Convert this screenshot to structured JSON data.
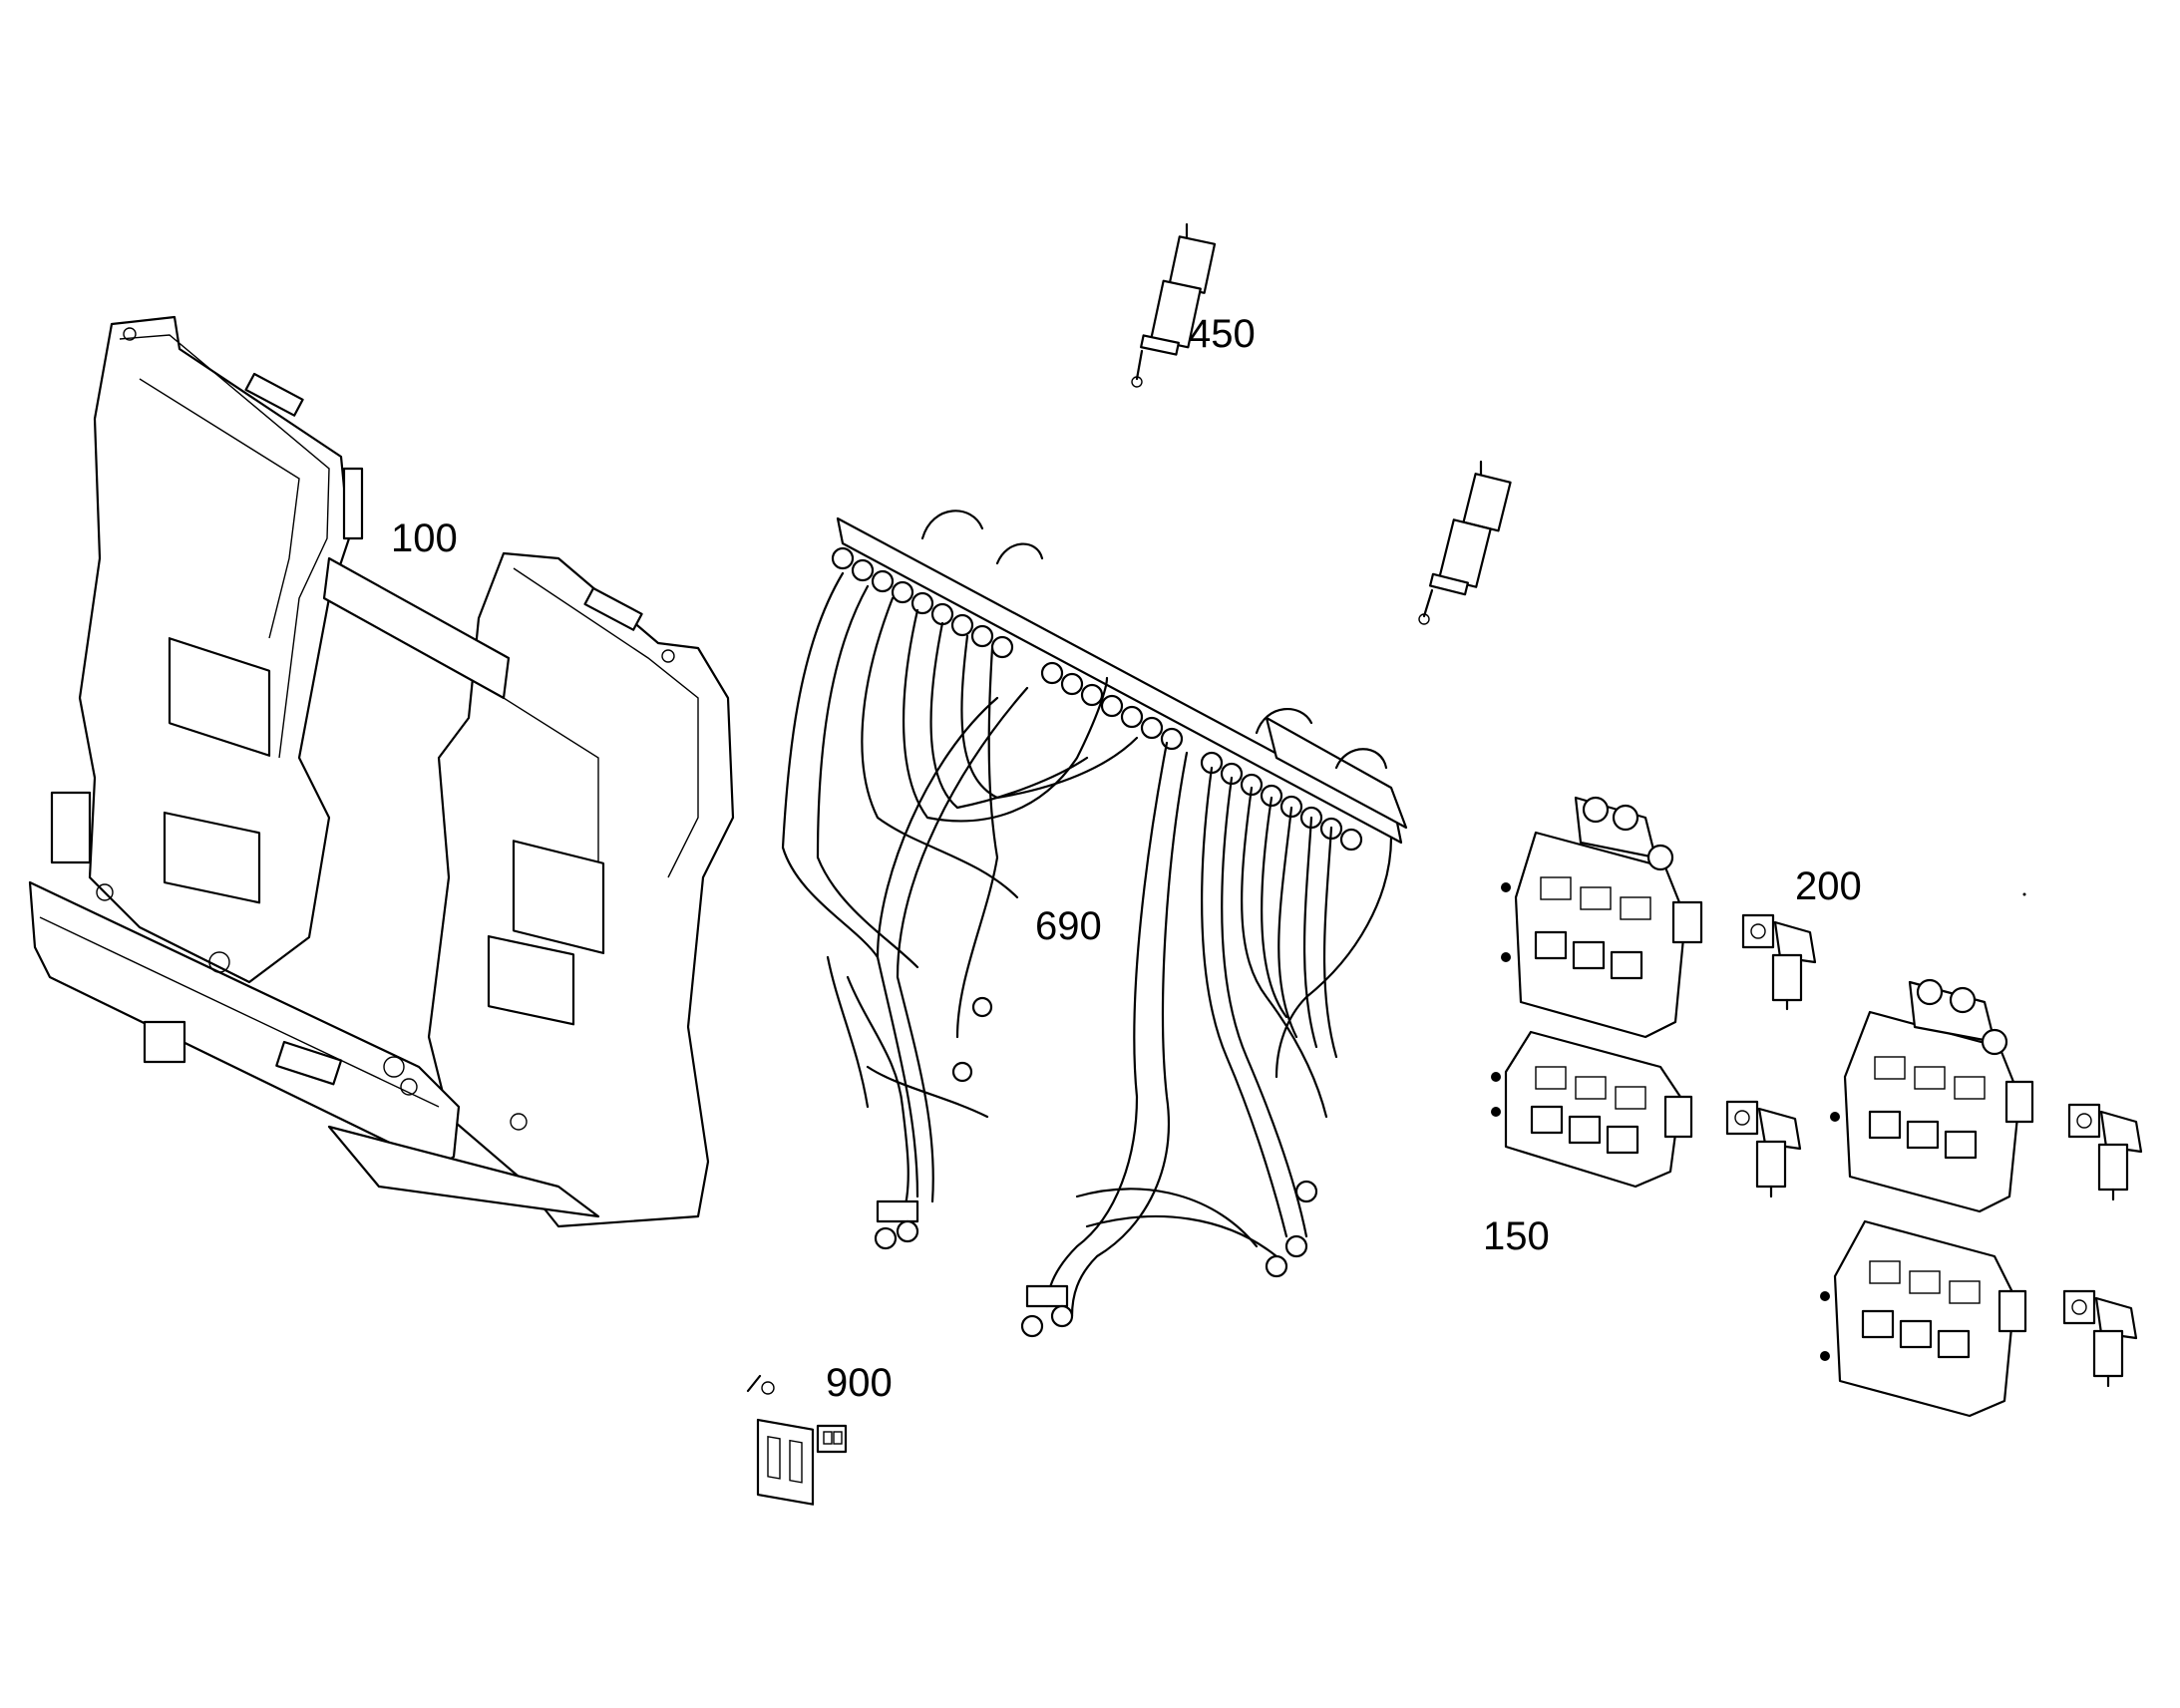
{
  "callouts": {
    "frame": "100",
    "valve_block": "150",
    "solenoid": "200",
    "accumulator": "450",
    "tube_set": "690",
    "small_valve": "900"
  },
  "colors": {
    "line": "#000000",
    "background": "#ffffff"
  }
}
